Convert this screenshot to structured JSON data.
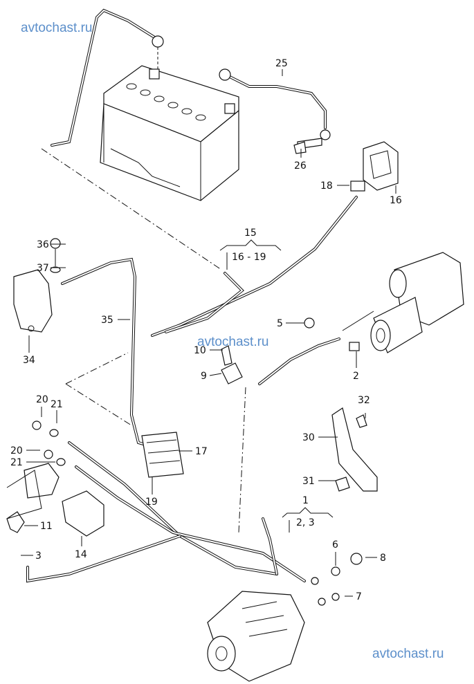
{
  "watermarks": [
    {
      "text": "avtochast.ru",
      "position": "top-left"
    },
    {
      "text": "avtochast.ru",
      "position": "center"
    },
    {
      "text": "avtochast.ru",
      "position": "bottom-right"
    }
  ],
  "watermark_color": "#4f86c6",
  "callouts": {
    "c1": "1",
    "c2": "2",
    "c3": "3",
    "c5": "5",
    "c6": "6",
    "c7": "7",
    "c8": "8",
    "c9": "9",
    "c10": "10",
    "c11": "11",
    "c14": "14",
    "c15": "15",
    "c16": "16",
    "c17": "17",
    "c18": "18",
    "c19": "19",
    "c20a": "20",
    "c20b": "20",
    "c21a": "21",
    "c21b": "21",
    "c25": "25",
    "c26": "26",
    "c30": "30",
    "c31": "31",
    "c32": "32",
    "c34": "34",
    "c35": "35",
    "c36": "36",
    "c37": "37"
  },
  "groups": {
    "g15_sub": "16 - 19",
    "g1_sub": "2,  3"
  }
}
